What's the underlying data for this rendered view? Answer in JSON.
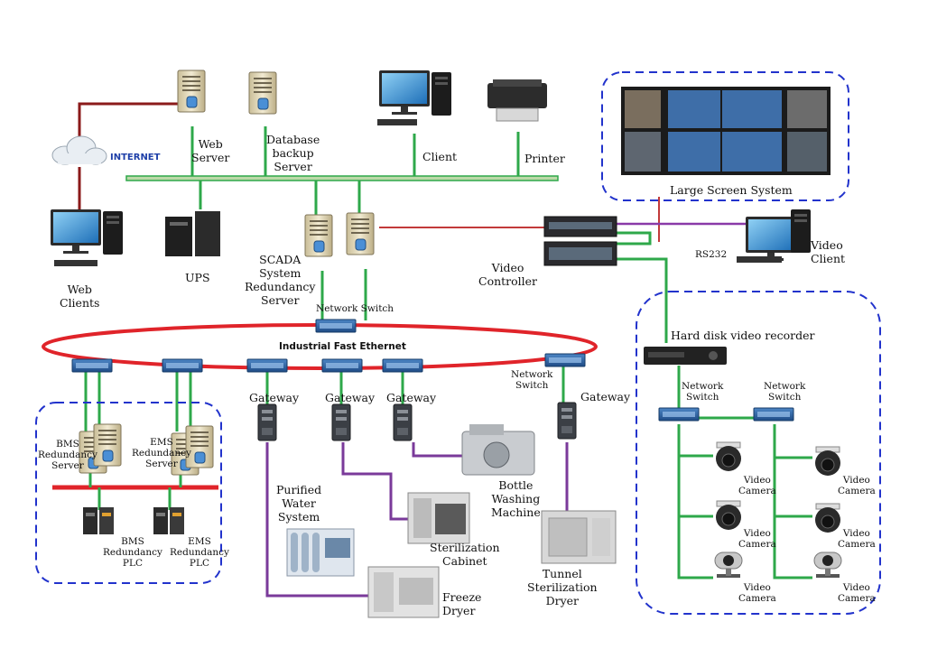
{
  "labels": {
    "internet": "INTERNET",
    "web_server": "Web\nServer",
    "db_backup_server": "Database\nbackup\nServer",
    "client": "Client",
    "printer": "Printer",
    "large_screen": "Large Screen System",
    "web_clients": "Web\nClients",
    "ups": "UPS",
    "scada": "SCADA\nSystem\nRedundancy\nServer",
    "video_controller": "Video\nController",
    "rs232": "RS232",
    "video_client": "Video\nClient",
    "network_switch_top": "Network Switch",
    "industrial_ethernet": "Industrial Fast Ethernet",
    "hdd_recorder": "Hard disk video recorder",
    "gateway_1": "Gateway",
    "gateway_2": "Gateway",
    "gateway_3": "Gateway",
    "gateway_4": "Gateway",
    "network_switch_right": "Network\nSwitch",
    "bms_server": "BMS\nRedundancy\nServer",
    "ems_server": "EMS\nRedundancy\nServer",
    "bms_plc": "BMS\nRedundancy\nPLC",
    "ems_plc": "EMS\nRedundancy\nPLC",
    "purified_water": "Purified\nWater\nSystem",
    "bottle_washing": "Bottle\nWashing\nMachine",
    "sterilization_cabinet": "Sterilization\nCabinet",
    "tunnel_dryer": "Tunnel\nSterilization\nDryer",
    "freeze_dryer": "Freeze\nDryer",
    "cctv_switch_1": "Network\nSwitch",
    "cctv_switch_2": "Network\nSwitch",
    "camera_l1": "Video\nCamera",
    "camera_l2": "Video\nCamera",
    "camera_l3": "Video\nCamera",
    "camera_r1": "Video\nCamera",
    "camera_r2": "Video\nCamera",
    "camera_r3": "Video\nCamera"
  },
  "colors": {
    "ethernet_ring": "#e0242a",
    "ethernet_link": "#2ea84a",
    "fieldbus_link": "#7a3a9a",
    "internet_link": "#8b1a1a",
    "group_border": "#2233cc",
    "red_bus": "#e0242a"
  }
}
